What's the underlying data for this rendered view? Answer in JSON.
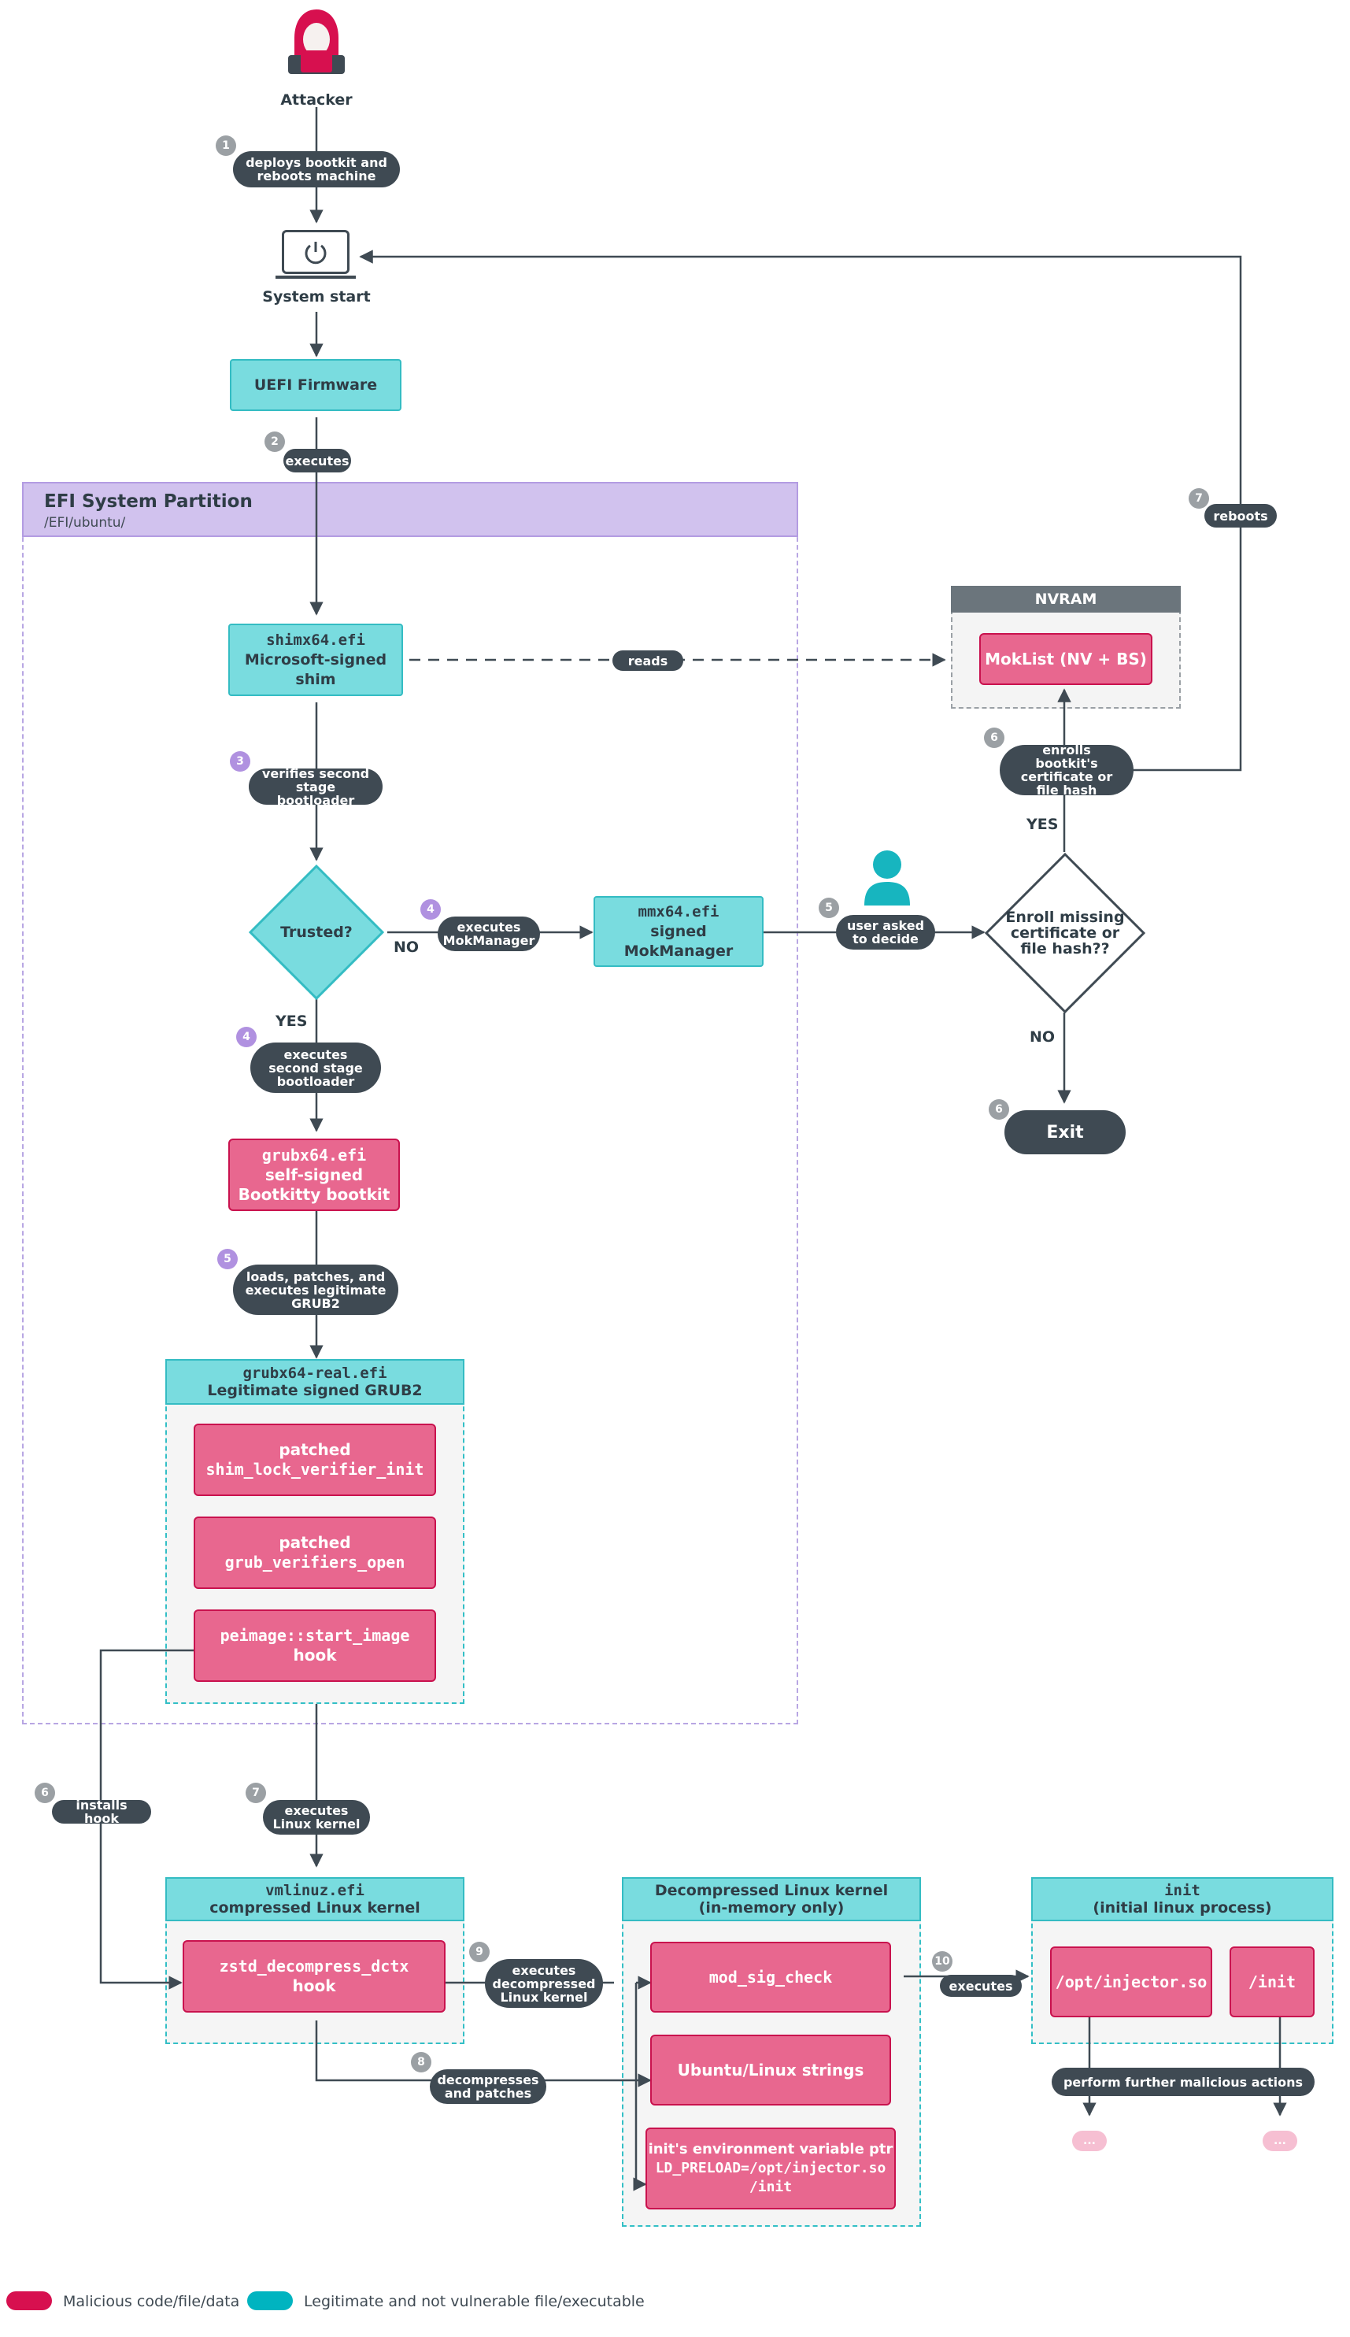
{
  "attacker": {
    "label": "Attacker"
  },
  "system_start": {
    "label": "System start"
  },
  "uefi": {
    "label": "UEFI Firmware"
  },
  "partition": {
    "title": "EFI System Partition",
    "path": "/EFI/ubuntu/"
  },
  "shim": {
    "file": "shimx64.efi",
    "line1": "Microsoft-signed",
    "line2": "shim"
  },
  "trusted": {
    "label": "Trusted?",
    "no": "NO",
    "yes": "YES"
  },
  "mmx": {
    "file": "mmx64.efi",
    "desc": "signed MokManager"
  },
  "grub": {
    "file": "grubx64.efi",
    "line1": "self-signed",
    "line2": "Bootkitty bootkit"
  },
  "grub_real": {
    "file": "grubx64-real.efi",
    "desc": "Legitimate signed GRUB2",
    "patch1": {
      "line1": "patched",
      "line2": "shim_lock_verifier_init"
    },
    "patch2": {
      "line1": "patched",
      "line2": "grub_verifiers_open"
    },
    "hook": {
      "line1": "peimage::start_image",
      "line2": "hook"
    }
  },
  "nvram": {
    "title": "NVRAM",
    "moklist": "MokList (NV + BS)"
  },
  "enroll": {
    "line1": "Enroll missing",
    "line2": "certificate or",
    "line3": "file hash??",
    "yes": "YES",
    "no": "NO"
  },
  "exit": {
    "label": "Exit"
  },
  "vmlinuz": {
    "file": "vmlinuz.efi",
    "desc": "compressed Linux kernel",
    "hook1": "zstd_decompress_dctx",
    "hook2": "hook"
  },
  "decomp": {
    "title1": "Decompressed Linux kernel",
    "title2": "(in-memory only)",
    "mod": "mod_sig_check",
    "strings": "Ubuntu/Linux strings",
    "env1": "init's environment variable ptr",
    "env2": "LD_PRELOAD=/opt/injector.so",
    "env3": "/init"
  },
  "init": {
    "file": "init",
    "desc": "(initial linux process)",
    "injector": "/opt/injector.so",
    "init_item": "/init",
    "further": "perform further malicious actions",
    "ellipsis": "..."
  },
  "steps": {
    "s1": {
      "num": "1",
      "line1": "deploys bootkit and",
      "line2": "reboots machine"
    },
    "s2": {
      "num": "2",
      "text": "executes"
    },
    "reads": "reads",
    "s3": {
      "num": "3",
      "line1": "verifies second",
      "line2": "stage bootloader"
    },
    "s4a": {
      "num": "4",
      "line1": "executes",
      "line2": "MokManager"
    },
    "s4b": {
      "num": "4",
      "line1": "executes",
      "line2": "second stage",
      "line3": "bootloader"
    },
    "s5a": {
      "num": "5",
      "line1": "loads, patches, and",
      "line2": "executes legitimate",
      "line3": "GRUB2"
    },
    "s5b": {
      "num": "5",
      "line1": "user asked",
      "line2": "to decide"
    },
    "s6a": {
      "num": "6",
      "line1": "enrolls bootkit's",
      "line2": "certificate or",
      "line3": "file hash"
    },
    "s6b": {
      "num": "6"
    },
    "s6c": {
      "num": "6",
      "text": "installs hook"
    },
    "s7a": {
      "num": "7",
      "text": "reboots"
    },
    "s7b": {
      "num": "7",
      "line1": "executes",
      "line2": "Linux kernel"
    },
    "s8": {
      "num": "8",
      "line1": "decompresses",
      "line2": "and patches"
    },
    "s9": {
      "num": "9",
      "line1": "executes",
      "line2": "decompressed",
      "line3": "Linux kernel"
    },
    "s10": {
      "num": "10",
      "text": "executes"
    }
  },
  "legend": {
    "malicious": "Malicious code/file/data",
    "legit": "Legitimate and not vulnerable file/executable"
  },
  "colors": {
    "teal_fill": "#79dcdf",
    "teal_border": "#34bcc3",
    "pink_fill": "#e8678f",
    "pink_border": "#c9124e",
    "dark": "#3f4a53",
    "purple_fill": "#d1c2ee",
    "purple_border": "#b39ce2",
    "legend_red": "#d7104f",
    "legend_teal": "#00b4c0"
  }
}
